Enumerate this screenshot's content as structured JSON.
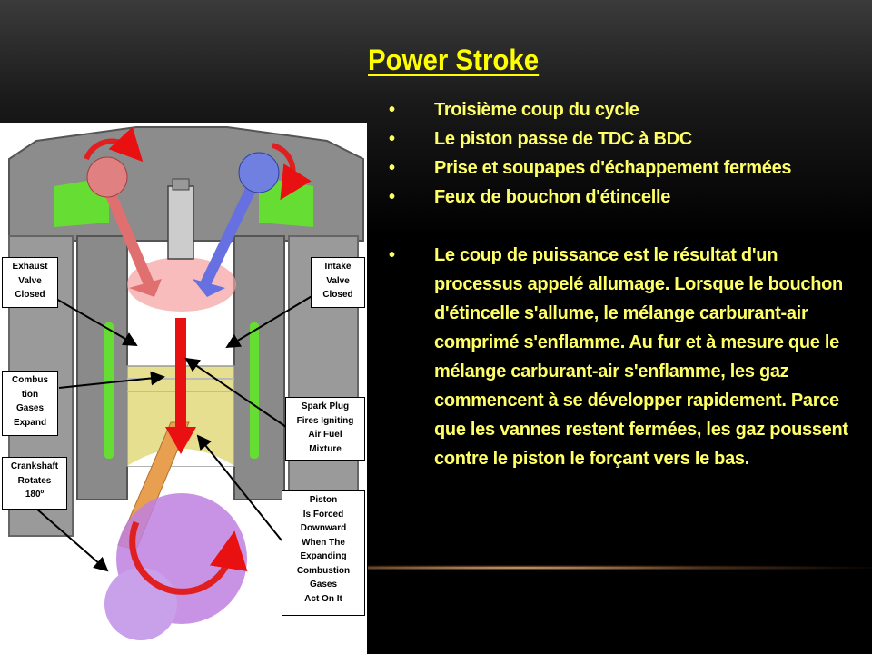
{
  "title": "Power Stroke",
  "bullets": [
    {
      "marker": "•",
      "text": "Troisième coup du cycle"
    },
    {
      "marker": "•",
      "text": "Le piston passe de TDC à BDC"
    },
    {
      "marker": "•",
      "text": "Prise et soupapes d'échappement fermées"
    },
    {
      "marker": "•",
      "text": "Feux de bouchon d'étincelle"
    },
    {
      "marker": "•",
      "text": "Le coup de puissance est le résultat d'un processus appelé allumage. Lorsque le bouchon d'étincelle s'allume, le mélange carburant-air comprimé s'enflamme. Au fur et à mesure que le mélange carburant-air s'enflamme, les gaz commencent à se développer rapidement.  Parce que les vannes restent fermées, les gaz poussent contre le piston le forçant vers le bas."
    }
  ],
  "diagram": {
    "labels": {
      "exhaust": "Exhaust\nValve\nClosed",
      "intake": "Intake\nValve\nClosed",
      "combustion": "Combus\ntion\nGases\nExpand",
      "spark": "Spark Plug\nFires Igniting\nAir Fuel\nMixture",
      "crankshaft": "Crankshaft\nRotates\n180º",
      "piston": "Piston\nIs Forced\nDownward\nWhen The\nExpanding\nCombustion\nGases\nAct On It"
    },
    "colors": {
      "exhaust_valve": "#e07070",
      "intake_valve": "#6670e0",
      "cylinder_wall": "#8a8a8a",
      "coolant": "#66dd33",
      "piston": "#e6df90",
      "arrow": "#e81010",
      "crank": "#c080e0",
      "rod": "#e8a050"
    }
  },
  "text_color": "#ffff66",
  "title_color": "#ffff00"
}
